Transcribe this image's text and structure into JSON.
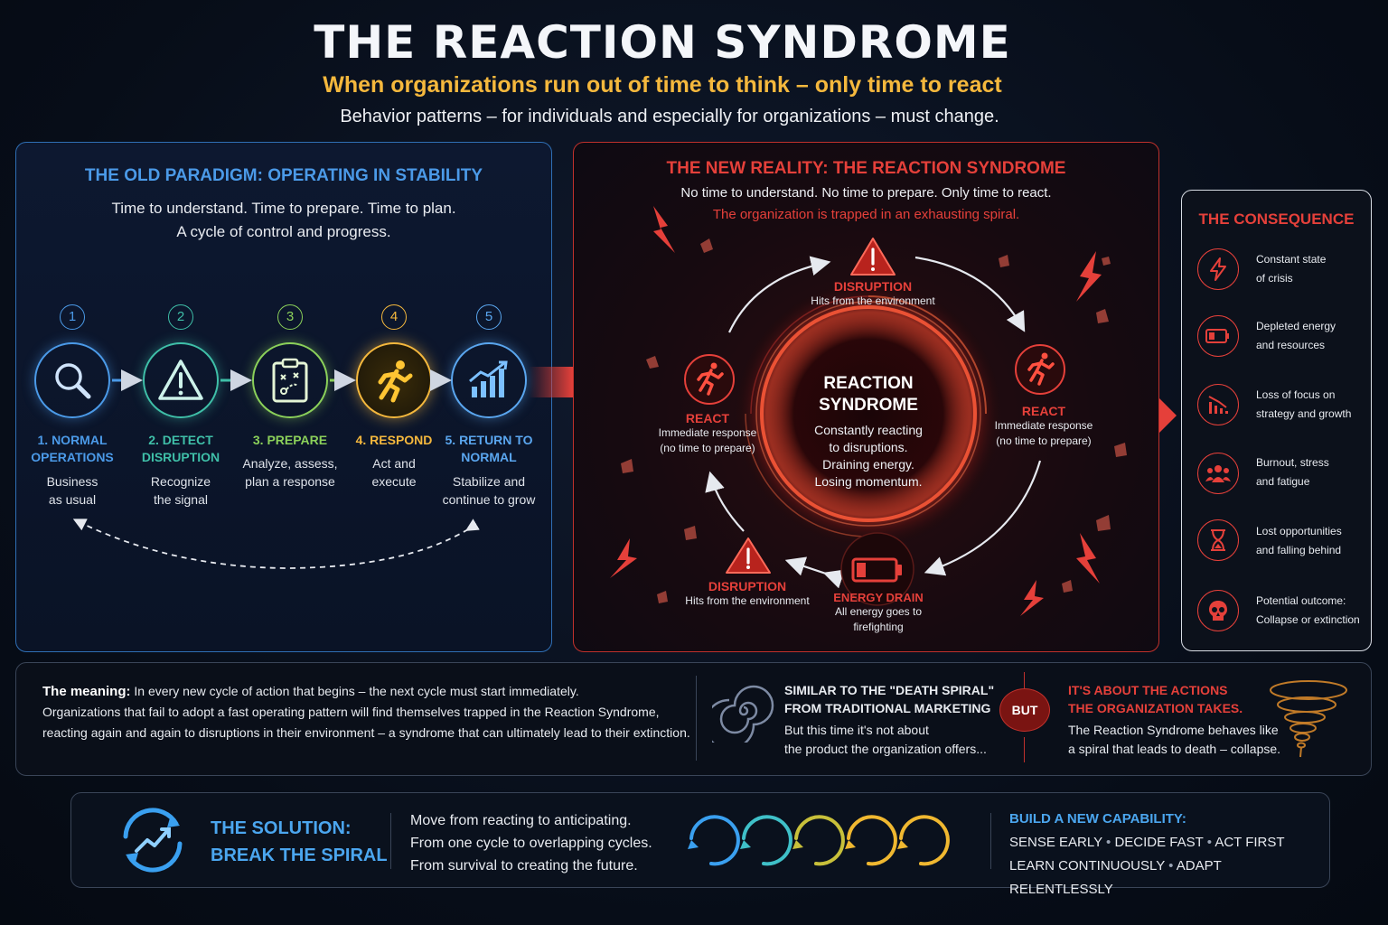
{
  "title": "THE REACTION SYNDROME",
  "subtitle": "When organizations run out of time to think – only time to react",
  "tagline": "Behavior patterns – for individuals and especially for organizations – must change.",
  "colors": {
    "old": "#4b9ae8",
    "new": "#e5403a",
    "accent_yellow": "#f5b83d"
  },
  "old_paradigm": {
    "heading": "THE OLD PARADIGM: OPERATING IN STABILITY",
    "line1": "Time to understand. Time to prepare. Time to plan.",
    "line2": "A cycle of control and progress.",
    "steps": [
      {
        "num": "1",
        "title1": "1. NORMAL",
        "title2": "OPERATIONS",
        "desc1": "Business",
        "desc2": "as usual",
        "icon": "magnifier-icon",
        "color": "#4b9ae8"
      },
      {
        "num": "2",
        "title1": "2. DETECT",
        "title2": "DISRUPTION",
        "desc1": "Recognize",
        "desc2": "the signal",
        "icon": "warning-icon",
        "color": "#3fbfa8"
      },
      {
        "num": "3",
        "title1": "3. PREPARE",
        "title2": "",
        "desc1": "Analyze, assess,",
        "desc2": "plan a response",
        "icon": "clipboard-icon",
        "color": "#8bd05a"
      },
      {
        "num": "4",
        "title1": "4. RESPOND",
        "title2": "",
        "desc1": "Act and",
        "desc2": "execute",
        "icon": "runner-icon",
        "color": "#f5b83d"
      },
      {
        "num": "5",
        "title1": "5. RETURN TO",
        "title2": "NORMAL",
        "desc1": "Stabilize and",
        "desc2": "continue to grow",
        "icon": "growth-chart-icon",
        "color": "#5aa6ef"
      }
    ]
  },
  "new_reality": {
    "heading": "THE NEW REALITY: THE REACTION SYNDROME",
    "line1": "No time to understand. No time to prepare. Only time to react.",
    "line2": "The organization is trapped in an exhausting spiral.",
    "center_title1": "REACTION",
    "center_title2": "SYNDROME",
    "center_lines": [
      "Constantly reacting",
      "to disruptions.",
      "Draining energy.",
      "Losing momentum."
    ],
    "nodes": {
      "top": {
        "title": "DISRUPTION",
        "desc1": "Hits from the environment"
      },
      "left": {
        "title": "REACT",
        "desc1": "Immediate response",
        "desc2": "(no time to prepare)"
      },
      "right": {
        "title": "REACT",
        "desc1": "Immediate response",
        "desc2": "(no time to prepare)"
      },
      "bottom_left": {
        "title": "DISRUPTION",
        "desc1": "Hits from the environment"
      },
      "bottom": {
        "title": "ENERGY DRAIN",
        "desc1": "All energy goes to",
        "desc2": "firefighting"
      }
    }
  },
  "consequence": {
    "heading": "THE CONSEQUENCE",
    "items": [
      {
        "line1": "Constant state",
        "line2": "of crisis",
        "icon": "lightning-icon"
      },
      {
        "line1": "Depleted energy",
        "line2": "and resources",
        "icon": "battery-low-icon"
      },
      {
        "line1": "Loss of focus on",
        "line2": "strategy and growth",
        "icon": "declining-chart-icon"
      },
      {
        "line1": "Burnout, stress",
        "line2": "and fatigue",
        "icon": "people-icon"
      },
      {
        "line1": "Lost opportunities",
        "line2": "and falling behind",
        "icon": "hourglass-icon"
      },
      {
        "line1": "Potential outcome:",
        "line2": "Collapse or extinction",
        "icon": "skull-icon"
      }
    ]
  },
  "meaning": {
    "label": "The meaning:",
    "line1": "In every new cycle of action that begins – the next cycle must start immediately.",
    "line2": "Organizations that fail to adopt a fast operating pattern will find themselves trapped in the Reaction Syndrome,",
    "line3": "reacting again and again to disruptions in their environment – a syndrome that can ultimately lead to their extinction.",
    "similar1": "SIMILAR TO THE \"DEATH SPIRAL\"",
    "similar2": "FROM TRADITIONAL MARKETING",
    "similar3": "But this time it's not about",
    "similar4": "the product the organization offers...",
    "but": "BUT",
    "actions1": "IT'S ABOUT THE ACTIONS",
    "actions2": "THE ORGANIZATION TAKES.",
    "actions3": "The Reaction Syndrome behaves like",
    "actions4": "a spiral that leads to death – collapse."
  },
  "solution": {
    "title1": "THE SOLUTION:",
    "title2": "BREAK THE SPIRAL",
    "line1": "Move from reacting to anticipating.",
    "line2": "From one cycle to overlapping cycles.",
    "line3": "From survival to creating the future.",
    "capability_title": "BUILD A NEW CAPABILITY:",
    "cap1": "SENSE EARLY",
    "cap2": "DECIDE FAST",
    "cap3": "ACT FIRST",
    "cap4": "LEARN CONTINUOUSLY",
    "cap5": "ADAPT RELENTLESSLY",
    "sep": "•"
  }
}
